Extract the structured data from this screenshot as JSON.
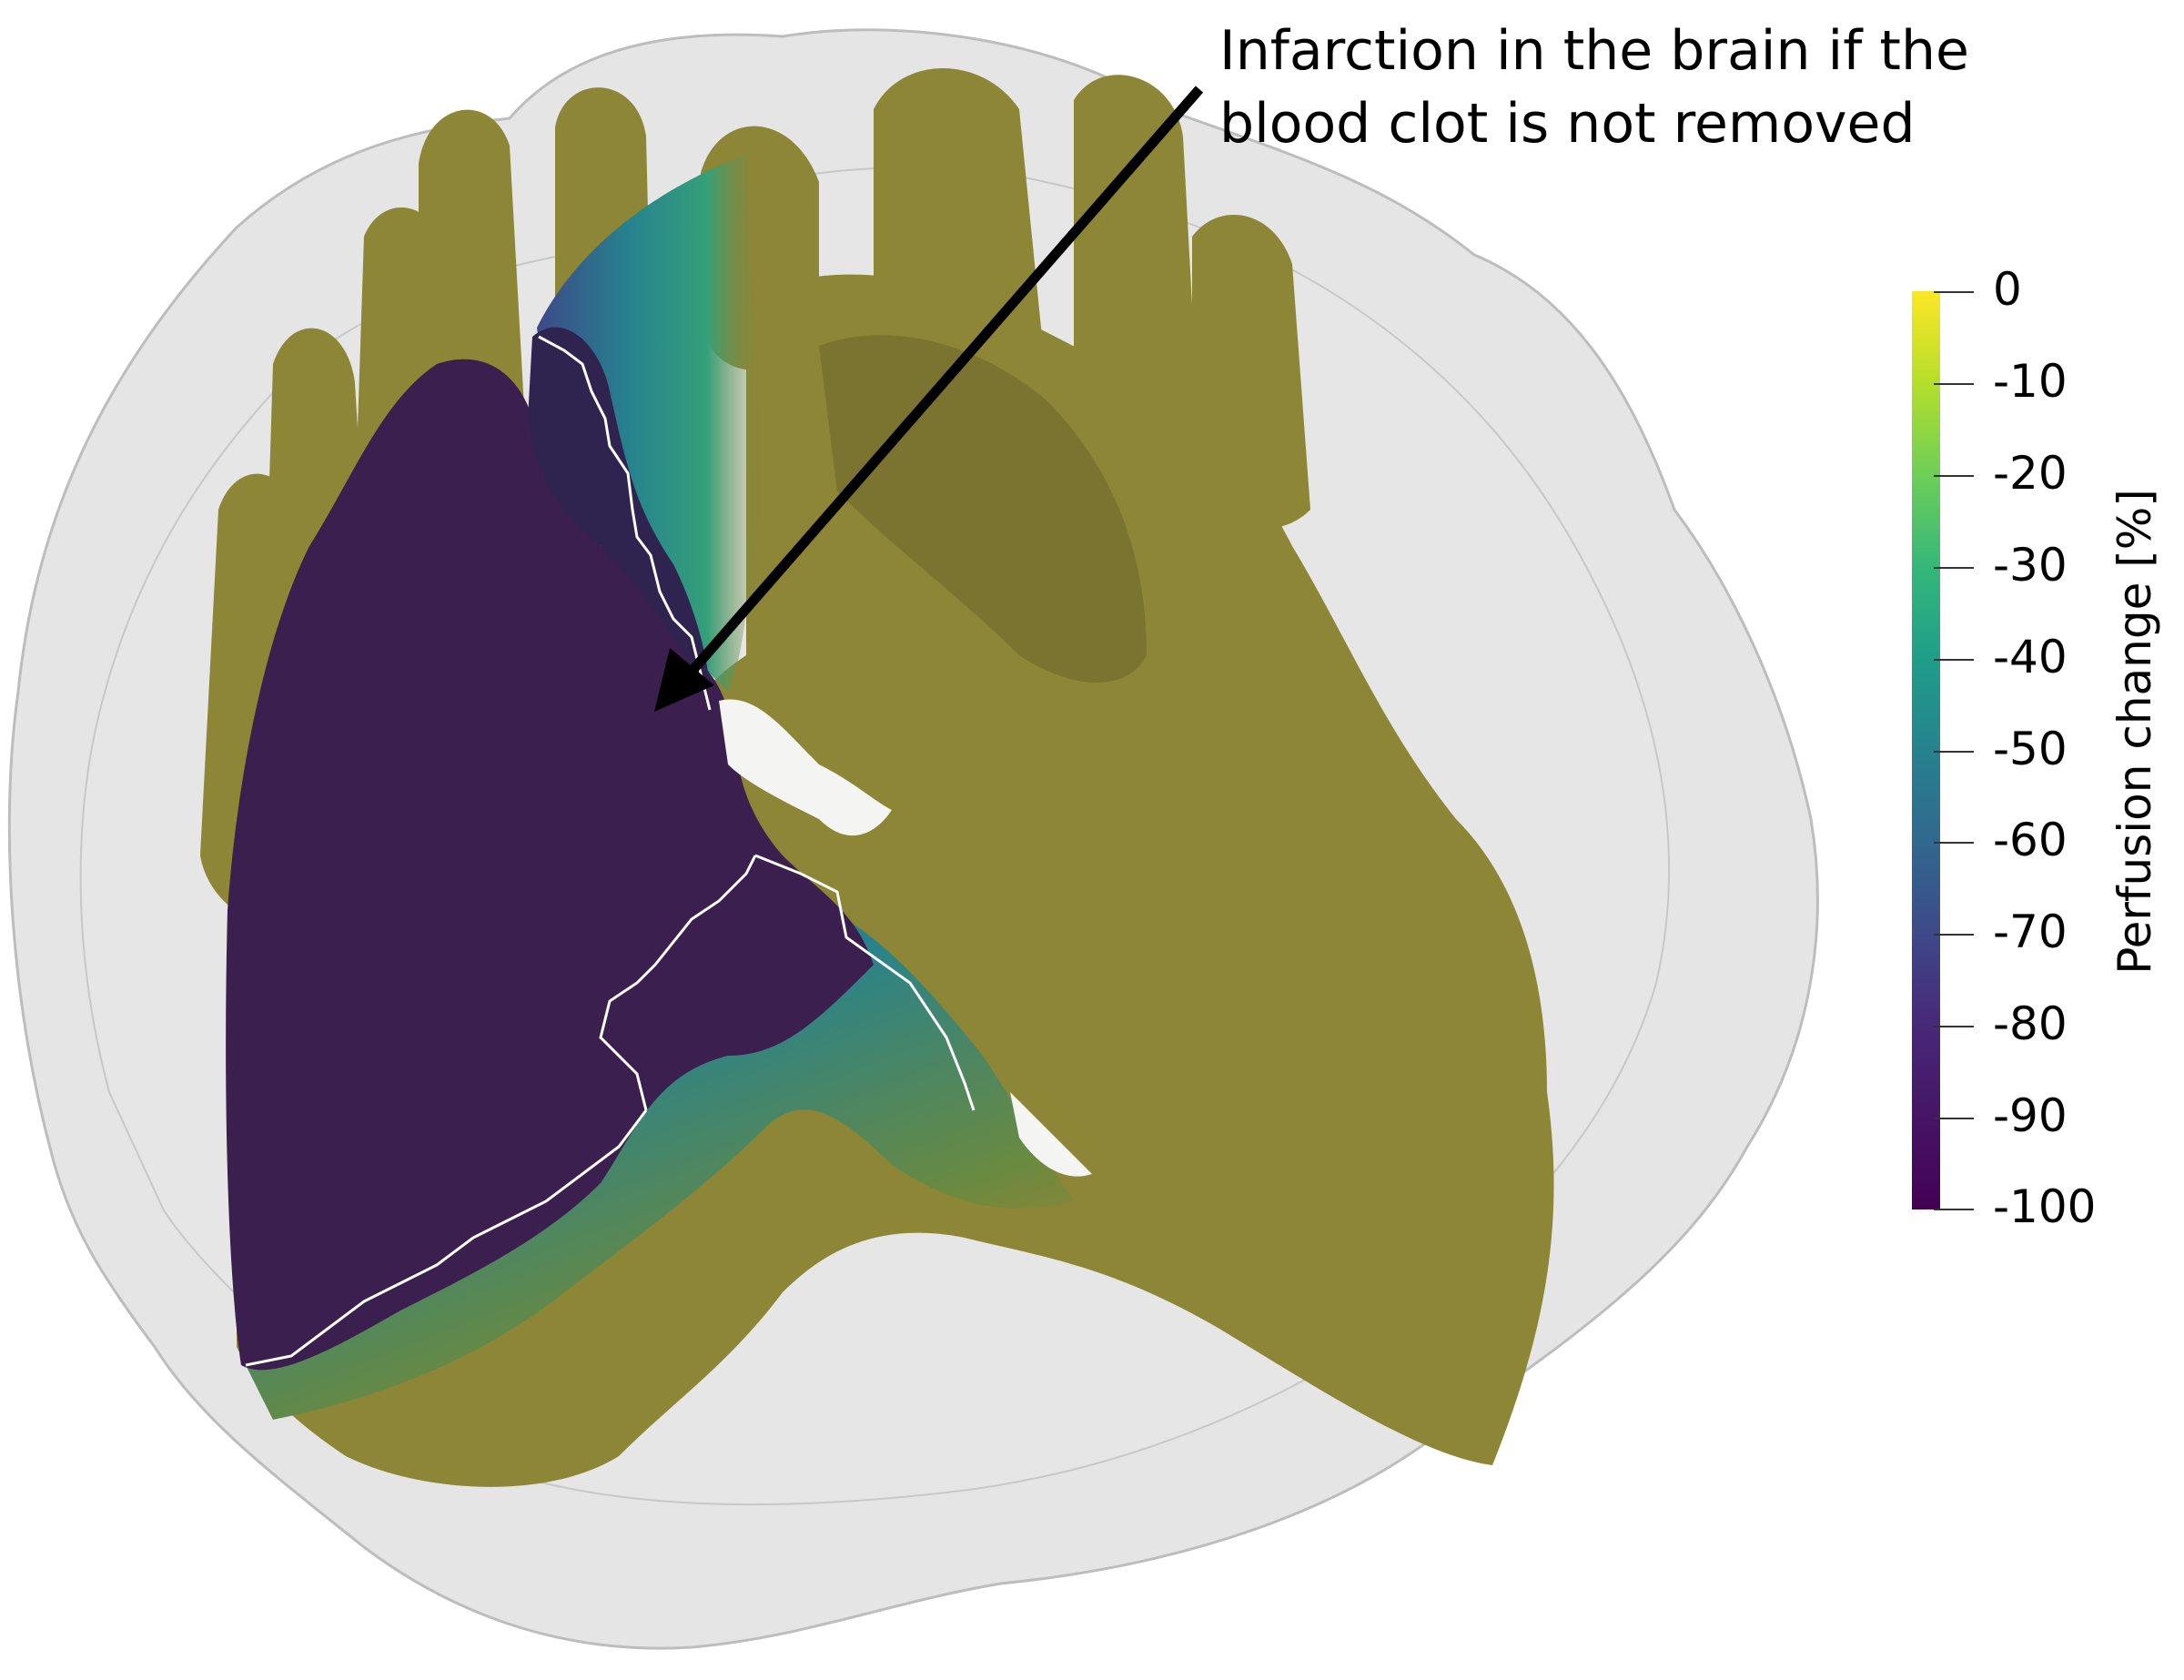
{
  "figure": {
    "description": "3D rendering of a brain showing simulated perfusion change after a blood clot (stroke)",
    "annotation": {
      "line1": "Infarction in the brain if the",
      "line2": "blood clot is not removed"
    },
    "colorbar": {
      "title": "Perfusion change [%]",
      "colormap": "viridis",
      "min": -100,
      "max": 0,
      "ticks": [
        "0",
        "-10",
        "-20",
        "-30",
        "-40",
        "-50",
        "-60",
        "-70",
        "-80",
        "-90",
        "-100"
      ],
      "colors": {
        "top": "#fde725",
        "bottom": "#440154"
      }
    },
    "colors": {
      "brain_shell": "#d9d9d9",
      "healthy_tissue": "#8c8636",
      "infarct_core": "#3b1f4e",
      "infarct_boundary_line": "#ffffff",
      "arrow": "#000000"
    }
  }
}
